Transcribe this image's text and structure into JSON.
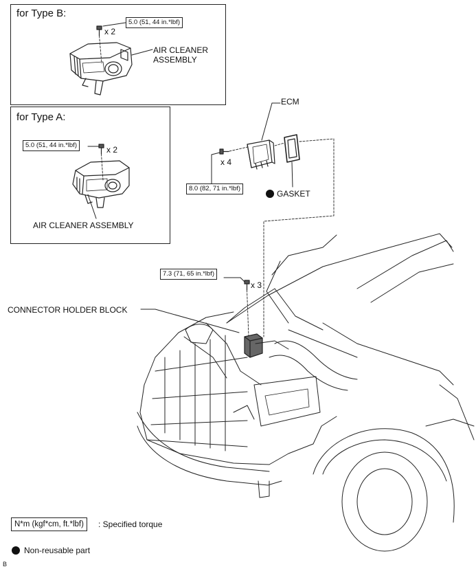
{
  "type_b": {
    "heading": "for Type B:",
    "torque": "5.0 (51, 44 in.*lbf)",
    "qty": "x 2",
    "part_label": "AIR CLEANER\nASSEMBLY"
  },
  "type_a": {
    "heading": "for Type A:",
    "torque": "5.0 (51, 44 in.*lbf)",
    "qty": "x 2",
    "part_label": "AIR CLEANER ASSEMBLY"
  },
  "ecm": {
    "label": "ECM",
    "torque": "8.0 (82, 71 in.*lbf)",
    "qty": "x 4",
    "gasket_label": "GASKET"
  },
  "holder": {
    "label": "CONNECTOR HOLDER BLOCK",
    "torque": "7.3 (71, 65 in.*lbf)",
    "qty": "x 3"
  },
  "legend": {
    "torque_unit": "N*m (kgf*cm, ft.*lbf)",
    "torque_text": ": Specified torque",
    "nonreusable_text": "Non-reusable part"
  },
  "footer": {
    "code": "B"
  },
  "colors": {
    "line": "#222222",
    "marker": "#111111"
  }
}
